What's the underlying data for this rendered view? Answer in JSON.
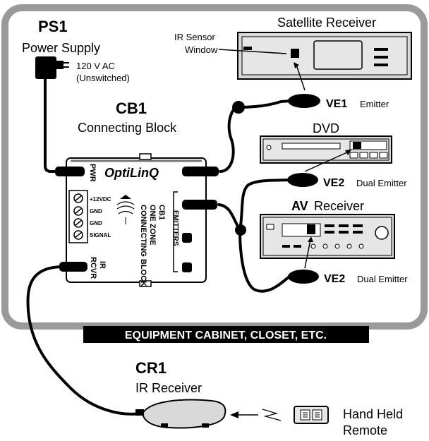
{
  "ps1": {
    "id": "PS1",
    "name": "Power Supply",
    "voltage": "120 V AC",
    "note": "(Unswitched)"
  },
  "cb1": {
    "id": "CB1",
    "name": "Connecting Block",
    "brand": "OptiLinQ",
    "title_lines": [
      "CB1",
      "ONE ZONE",
      "CONNECTING BLOCK"
    ],
    "ports": {
      "pwr": "PWR",
      "ir": "IR",
      "rcvr": "RCVR",
      "emitters": "EMITTERS"
    },
    "terminals": [
      "+12VDC",
      "GND",
      "GND",
      "SIGNAL"
    ]
  },
  "satellite": {
    "title": "Satellite Receiver",
    "sensor_lines": [
      "IR Sensor",
      "Window"
    ]
  },
  "dvd": {
    "title": "DVD"
  },
  "av": {
    "title_bold": "AV",
    "title_rest": "Receiver"
  },
  "ve1": {
    "id": "VE1",
    "type": "Emitter"
  },
  "ve2a": {
    "id": "VE2",
    "type": "Dual Emitter"
  },
  "ve2b": {
    "id": "VE2",
    "type": "Dual Emitter"
  },
  "cabinet": {
    "label": "EQUIPMENT CABINET, CLOSET, ETC."
  },
  "cr1": {
    "id": "CR1",
    "name": "IR Receiver"
  },
  "remote": {
    "lines": [
      "Hand Held",
      "Remote"
    ]
  }
}
